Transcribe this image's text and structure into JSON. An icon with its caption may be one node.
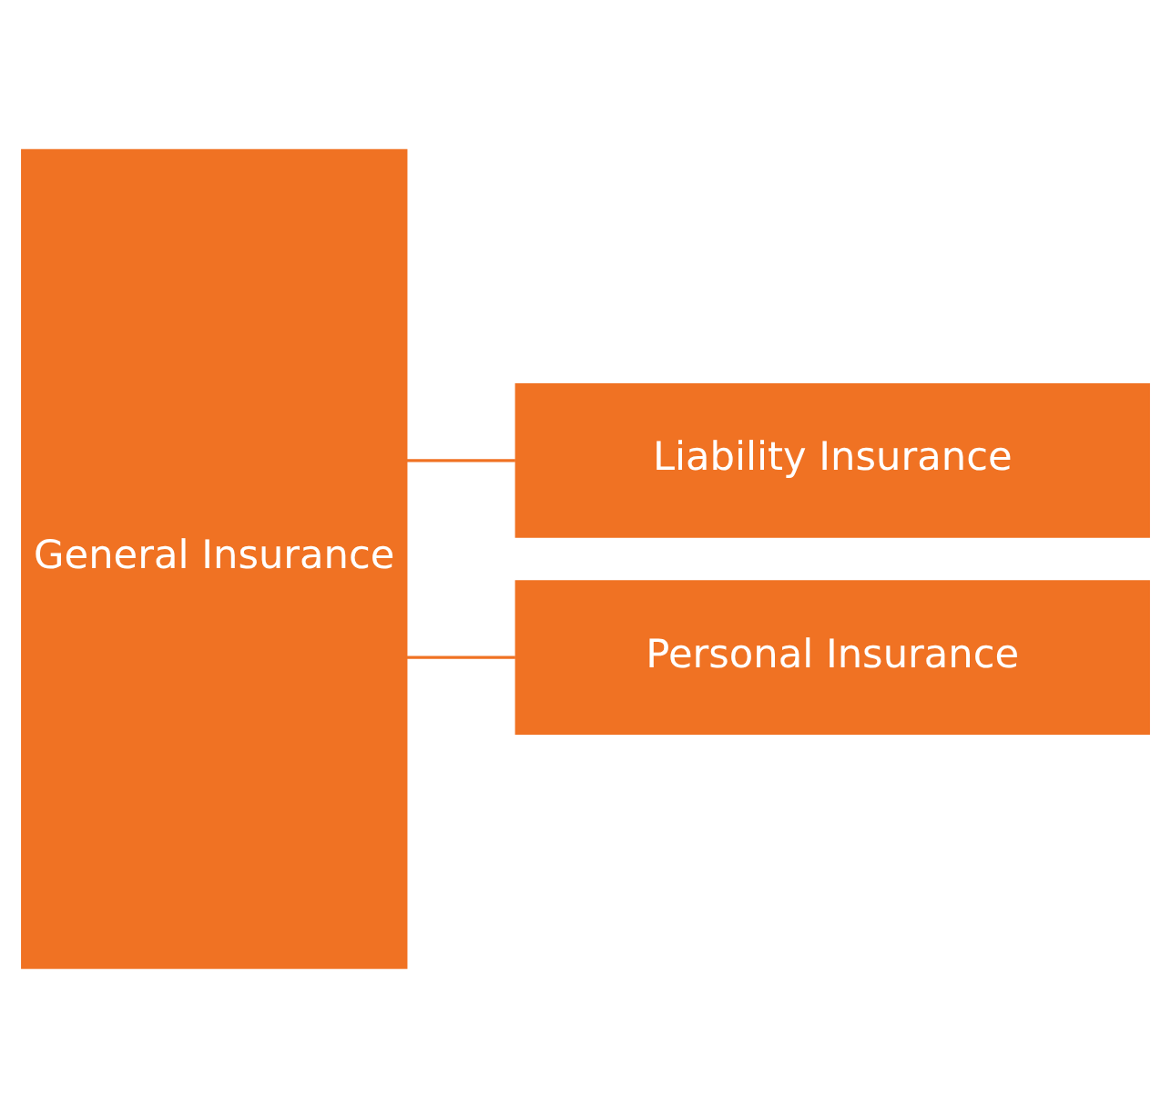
{
  "diagram": {
    "nodes": [
      {
        "text": [
          "General Insurance"
        ]
      },
      {
        "text": [
          "Liability Insurance"
        ]
      },
      {
        "text": [
          "Personal Insurance"
        ]
      }
    ],
    "edges": [
      {
        "from": 0,
        "to": 1,
        "arrow": "none"
      },
      {
        "from": 0,
        "to": 2,
        "arrow": "none"
      }
    ]
  }
}
